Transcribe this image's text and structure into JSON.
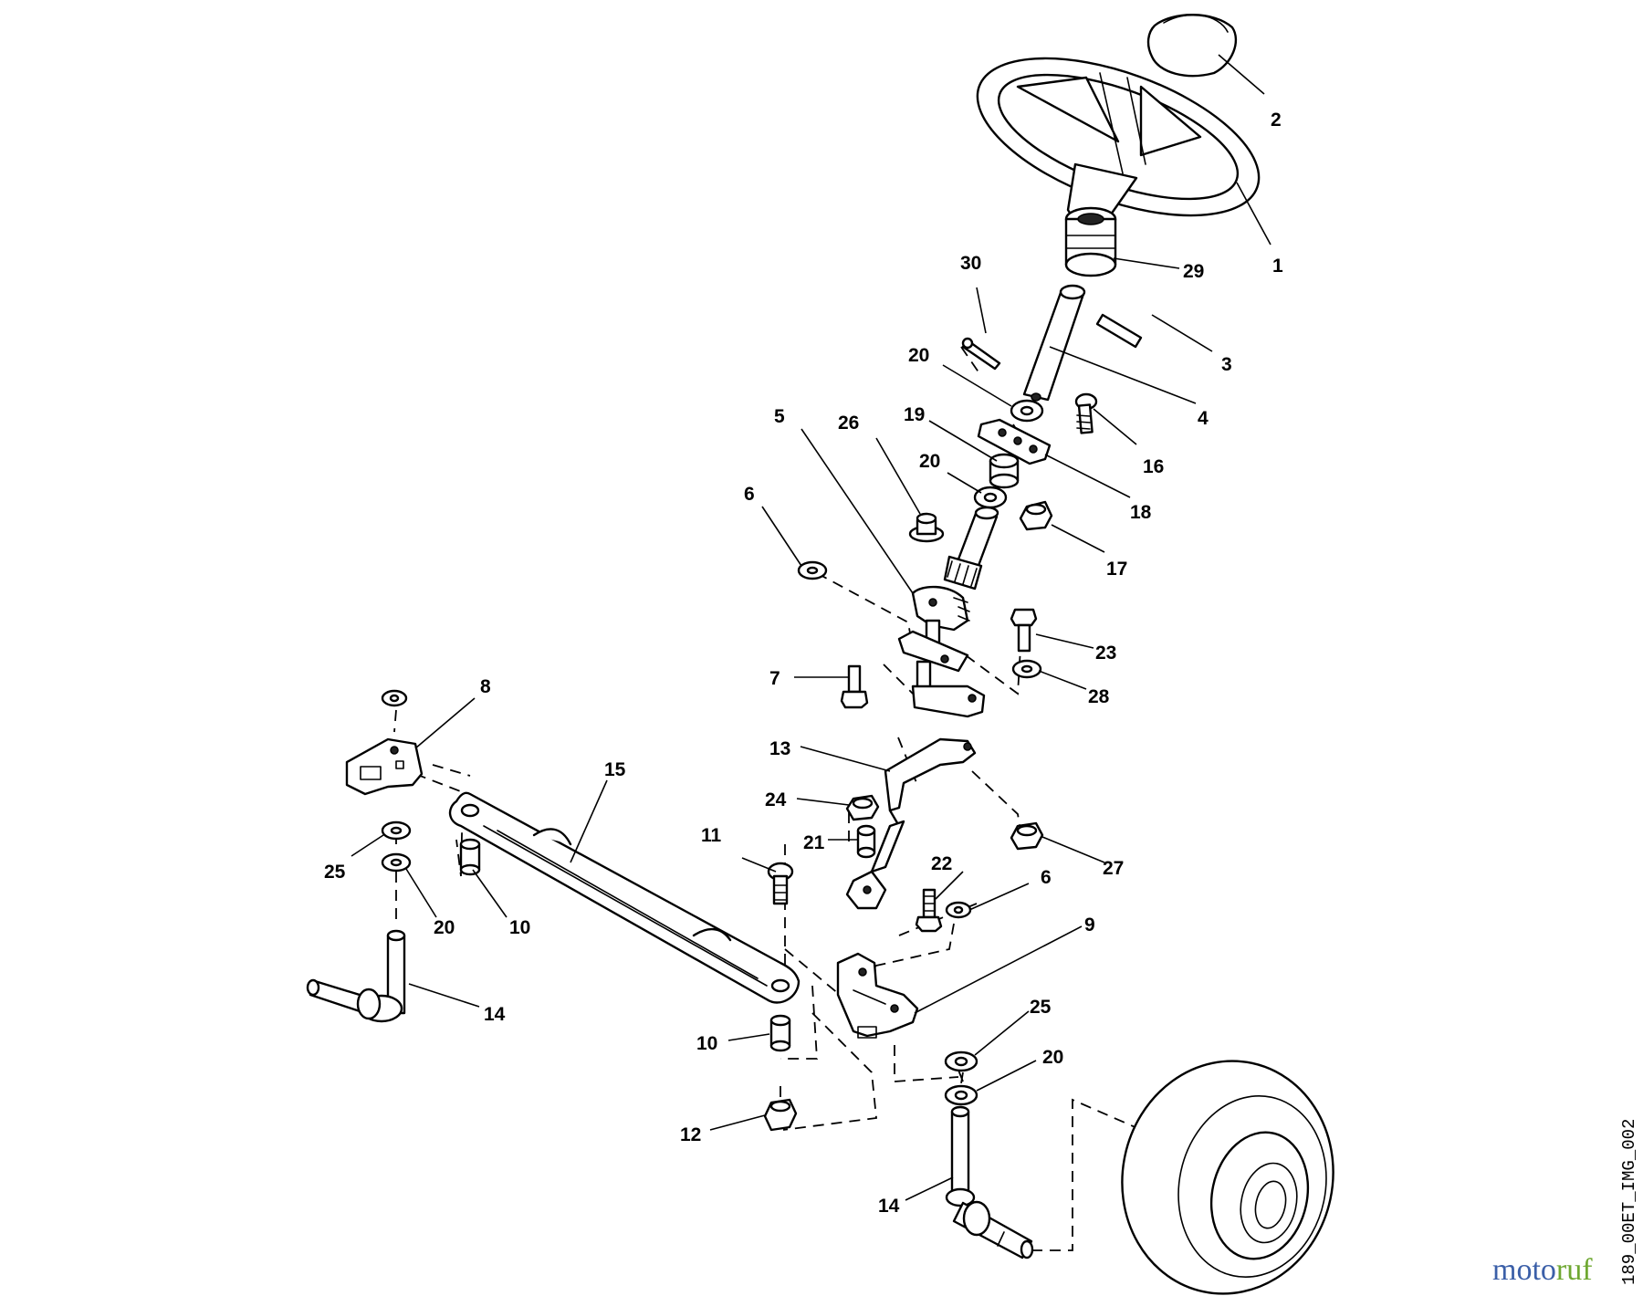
{
  "callouts": [
    {
      "id": "c-2",
      "text": "2"
    },
    {
      "id": "c-1",
      "text": "1"
    },
    {
      "id": "c-29",
      "text": "29"
    },
    {
      "id": "c-30",
      "text": "30"
    },
    {
      "id": "c-3",
      "text": "3"
    },
    {
      "id": "c-4",
      "text": "4"
    },
    {
      "id": "c-20a",
      "text": "20"
    },
    {
      "id": "c-16",
      "text": "16"
    },
    {
      "id": "c-5",
      "text": "5"
    },
    {
      "id": "c-26",
      "text": "26"
    },
    {
      "id": "c-19",
      "text": "19"
    },
    {
      "id": "c-20b",
      "text": "20"
    },
    {
      "id": "c-18",
      "text": "18"
    },
    {
      "id": "c-6a",
      "text": "6"
    },
    {
      "id": "c-17",
      "text": "17"
    },
    {
      "id": "c-23",
      "text": "23"
    },
    {
      "id": "c-28",
      "text": "28"
    },
    {
      "id": "c-7",
      "text": "7"
    },
    {
      "id": "c-8",
      "text": "8"
    },
    {
      "id": "c-15",
      "text": "15"
    },
    {
      "id": "c-13",
      "text": "13"
    },
    {
      "id": "c-24",
      "text": "24"
    },
    {
      "id": "c-21",
      "text": "21"
    },
    {
      "id": "c-27",
      "text": "27"
    },
    {
      "id": "c-11",
      "text": "11"
    },
    {
      "id": "c-22",
      "text": "22"
    },
    {
      "id": "c-6b",
      "text": "6"
    },
    {
      "id": "c-25a",
      "text": "25"
    },
    {
      "id": "c-20c",
      "text": "20"
    },
    {
      "id": "c-10a",
      "text": "10"
    },
    {
      "id": "c-9",
      "text": "9"
    },
    {
      "id": "c-14a",
      "text": "14"
    },
    {
      "id": "c-25b",
      "text": "25"
    },
    {
      "id": "c-20d",
      "text": "20"
    },
    {
      "id": "c-10b",
      "text": "10"
    },
    {
      "id": "c-12",
      "text": "12"
    },
    {
      "id": "c-14b",
      "text": "14"
    }
  ],
  "image_id": "189_00ET_IMG_002",
  "watermark": {
    "part1": "moto",
    "part2": "ruf",
    "colors": {
      "moto": "#3b5fa8",
      "ruf": "#6fa832"
    }
  }
}
